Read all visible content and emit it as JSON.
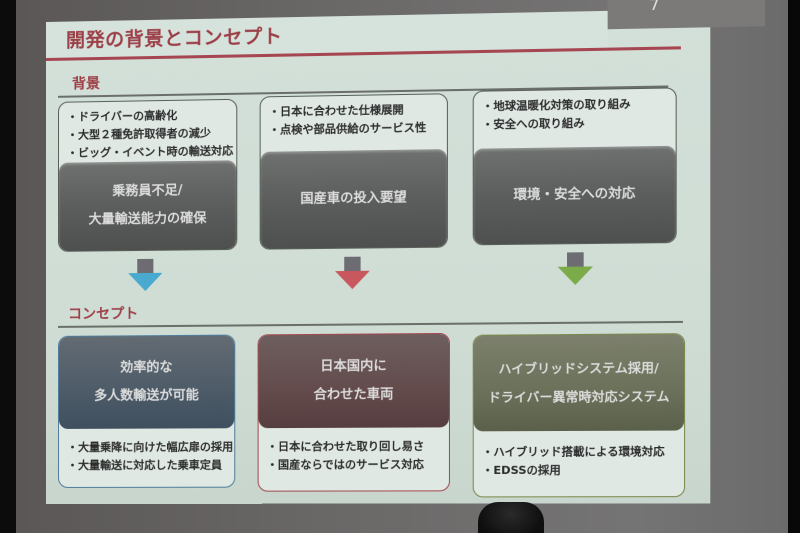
{
  "slide": {
    "page_number": "7",
    "title": "開発の背景とコンセプト",
    "background_section": {
      "label": "背景",
      "cards": [
        {
          "bullets": [
            "・ドライバーの高齢化",
            "・大型２種免許取得者の減少",
            "・ビッグ・イベント時の輸送対応"
          ],
          "heading_lines": [
            "乗務員不足/",
            "大量輸送能力の確保"
          ]
        },
        {
          "bullets": [
            "・日本に合わせた仕様展開",
            "・点検や部品供給のサービス性"
          ],
          "heading_lines": [
            "国産車の投入要望"
          ]
        },
        {
          "bullets": [
            "・地球温暖化対策の取り組み",
            "・安全への取り組み"
          ],
          "heading_lines": [
            "環境・安全への対応"
          ]
        }
      ]
    },
    "arrows": [
      {
        "color": "#4aa9cf"
      },
      {
        "color": "#c9585e"
      },
      {
        "color": "#7cab4a"
      }
    ],
    "concept_section": {
      "label": "コンセプト",
      "cards": [
        {
          "heading_lines": [
            "効率的な",
            "多人数輸送が可能"
          ],
          "bullets": [
            "・大量乗降に向けた幅広扉の採用",
            "・大量輸送に対応した乗車定員"
          ],
          "accent_color": "#4f7e9d"
        },
        {
          "heading_lines": [
            "日本国内に",
            "合わせた車両"
          ],
          "bullets": [
            "・日本に合わせた取り回し易さ",
            "・国産ならではのサービス対応"
          ],
          "accent_color": "#a24a4f"
        },
        {
          "heading_lines": [
            "ハイブリッドシステム採用/",
            "ドライバー異常時対応システム"
          ],
          "bullets": [
            "・ハイブリッド搭載による環境対応",
            "・EDSSの採用"
          ],
          "accent_color": "#7a8a4c"
        }
      ]
    }
  },
  "colors": {
    "title_red": "#9c4048",
    "slide_bg": "#d0ddd6",
    "dark_box": "#5b5e5c",
    "wall": "#6a6867"
  }
}
